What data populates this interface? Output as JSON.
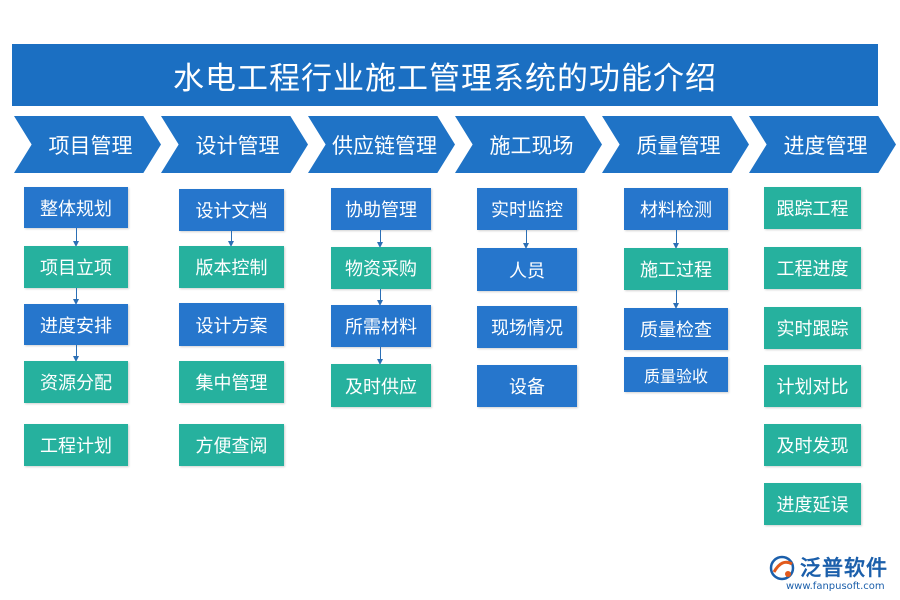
{
  "title": "水电工程行业施工管理系统的功能介绍",
  "colors": {
    "header": "#1b6fc2",
    "chevron": "#1f73c6",
    "blue": "#2676cc",
    "teal": "#26b19e"
  },
  "columns": [
    {
      "header": "项目管理",
      "items": [
        "整体规划",
        "项目立项",
        "进度安排",
        "资源分配",
        "工程计划"
      ]
    },
    {
      "header": "设计管理",
      "items": [
        "设计文档",
        "版本控制",
        "设计方案",
        "集中管理",
        "方便查阅"
      ]
    },
    {
      "header": "供应链管理",
      "items": [
        "协助管理",
        "物资采购",
        "所需材料",
        "及时供应"
      ]
    },
    {
      "header": "施工现场",
      "items": [
        "实时监控",
        "人员",
        "现场情况",
        "设备"
      ]
    },
    {
      "header": "质量管理",
      "items": [
        "材料检测",
        "施工过程",
        "质量检查",
        "质量验收"
      ]
    },
    {
      "header": "进度管理",
      "items": [
        "跟踪工程",
        "工程进度",
        "实时跟踪",
        "计划对比",
        "及时发现",
        "进度延误"
      ]
    }
  ],
  "logo": {
    "name": "泛普软件",
    "url": "www.fanpusoft.com",
    "icon": "fanpu-logo-icon"
  }
}
